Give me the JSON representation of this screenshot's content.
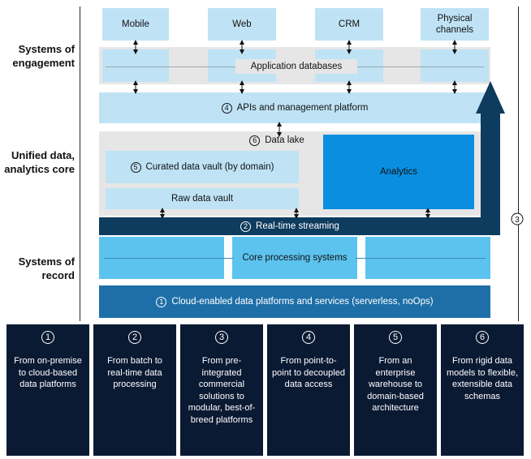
{
  "layers": {
    "engagement": "Systems of engagement",
    "core": "Unified data, analytics core",
    "record": "Systems of record"
  },
  "channels": [
    "Mobile",
    "Web",
    "CRM",
    "Physical channels"
  ],
  "app_databases": "Application databases",
  "apis": {
    "num": "4",
    "label": "APIs and management platform"
  },
  "data_lake": {
    "num": "6",
    "label": "Data lake"
  },
  "curated": {
    "num": "5",
    "label": "Curated data vault (by domain)"
  },
  "raw_vault": "Raw data vault",
  "analytics": "Analytics",
  "streaming": {
    "num": "2",
    "label": "Real-time streaming"
  },
  "core_processing": "Core processing systems",
  "cloud": {
    "num": "1",
    "label": "Cloud-enabled data platforms and services (serverless, noOps)"
  },
  "arrow_num": "3",
  "shifts": [
    {
      "num": "1",
      "desc": "From on-premise to cloud-based data platforms"
    },
    {
      "num": "2",
      "desc": "From batch to real-time data processing"
    },
    {
      "num": "3",
      "desc": "From pre-integrated commercial solutions to modular, best-of-breed platforms"
    },
    {
      "num": "4",
      "desc": "From point-to-point to decoupled data access"
    },
    {
      "num": "5",
      "desc": "From an enterprise warehouse to domain-based architecture"
    },
    {
      "num": "6",
      "desc": "From rigid data models to flexible, extensible data schemas"
    }
  ],
  "colors": {
    "navy": "#0b1a33",
    "dark_blue": "#0e3c5e",
    "blue": "#1e6fa8",
    "bright": "#0a8fe0",
    "mid": "#5cc3ee",
    "light": "#bfe3f5",
    "gray": "#e6e6e6"
  }
}
